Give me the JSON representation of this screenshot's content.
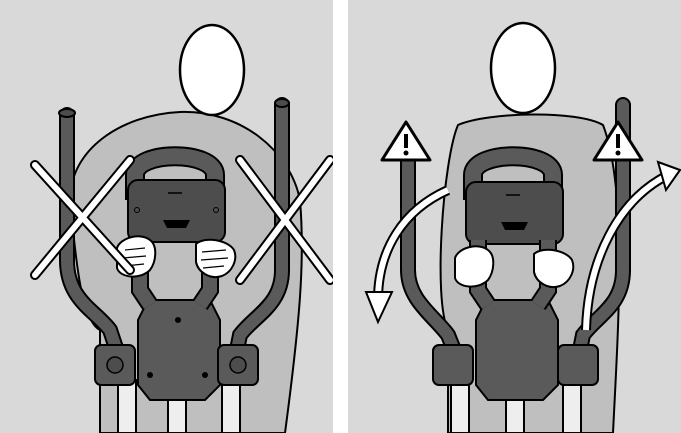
{
  "figure": {
    "panels": [
      {
        "id": "incorrect-grip",
        "marker": "cross-out",
        "marker_color": "#ffffff"
      },
      {
        "id": "moving-handles-warning",
        "marker": "warning-triangle",
        "warning_symbol": "!",
        "arrow": "curved-motion-arrow"
      }
    ],
    "colors": {
      "background": "#d9d9d9",
      "console": "#4d4d4d",
      "handle_bars": "#5a5a5a",
      "person_body": "#bfbfbf",
      "outline": "#000000",
      "white": "#ffffff"
    }
  }
}
